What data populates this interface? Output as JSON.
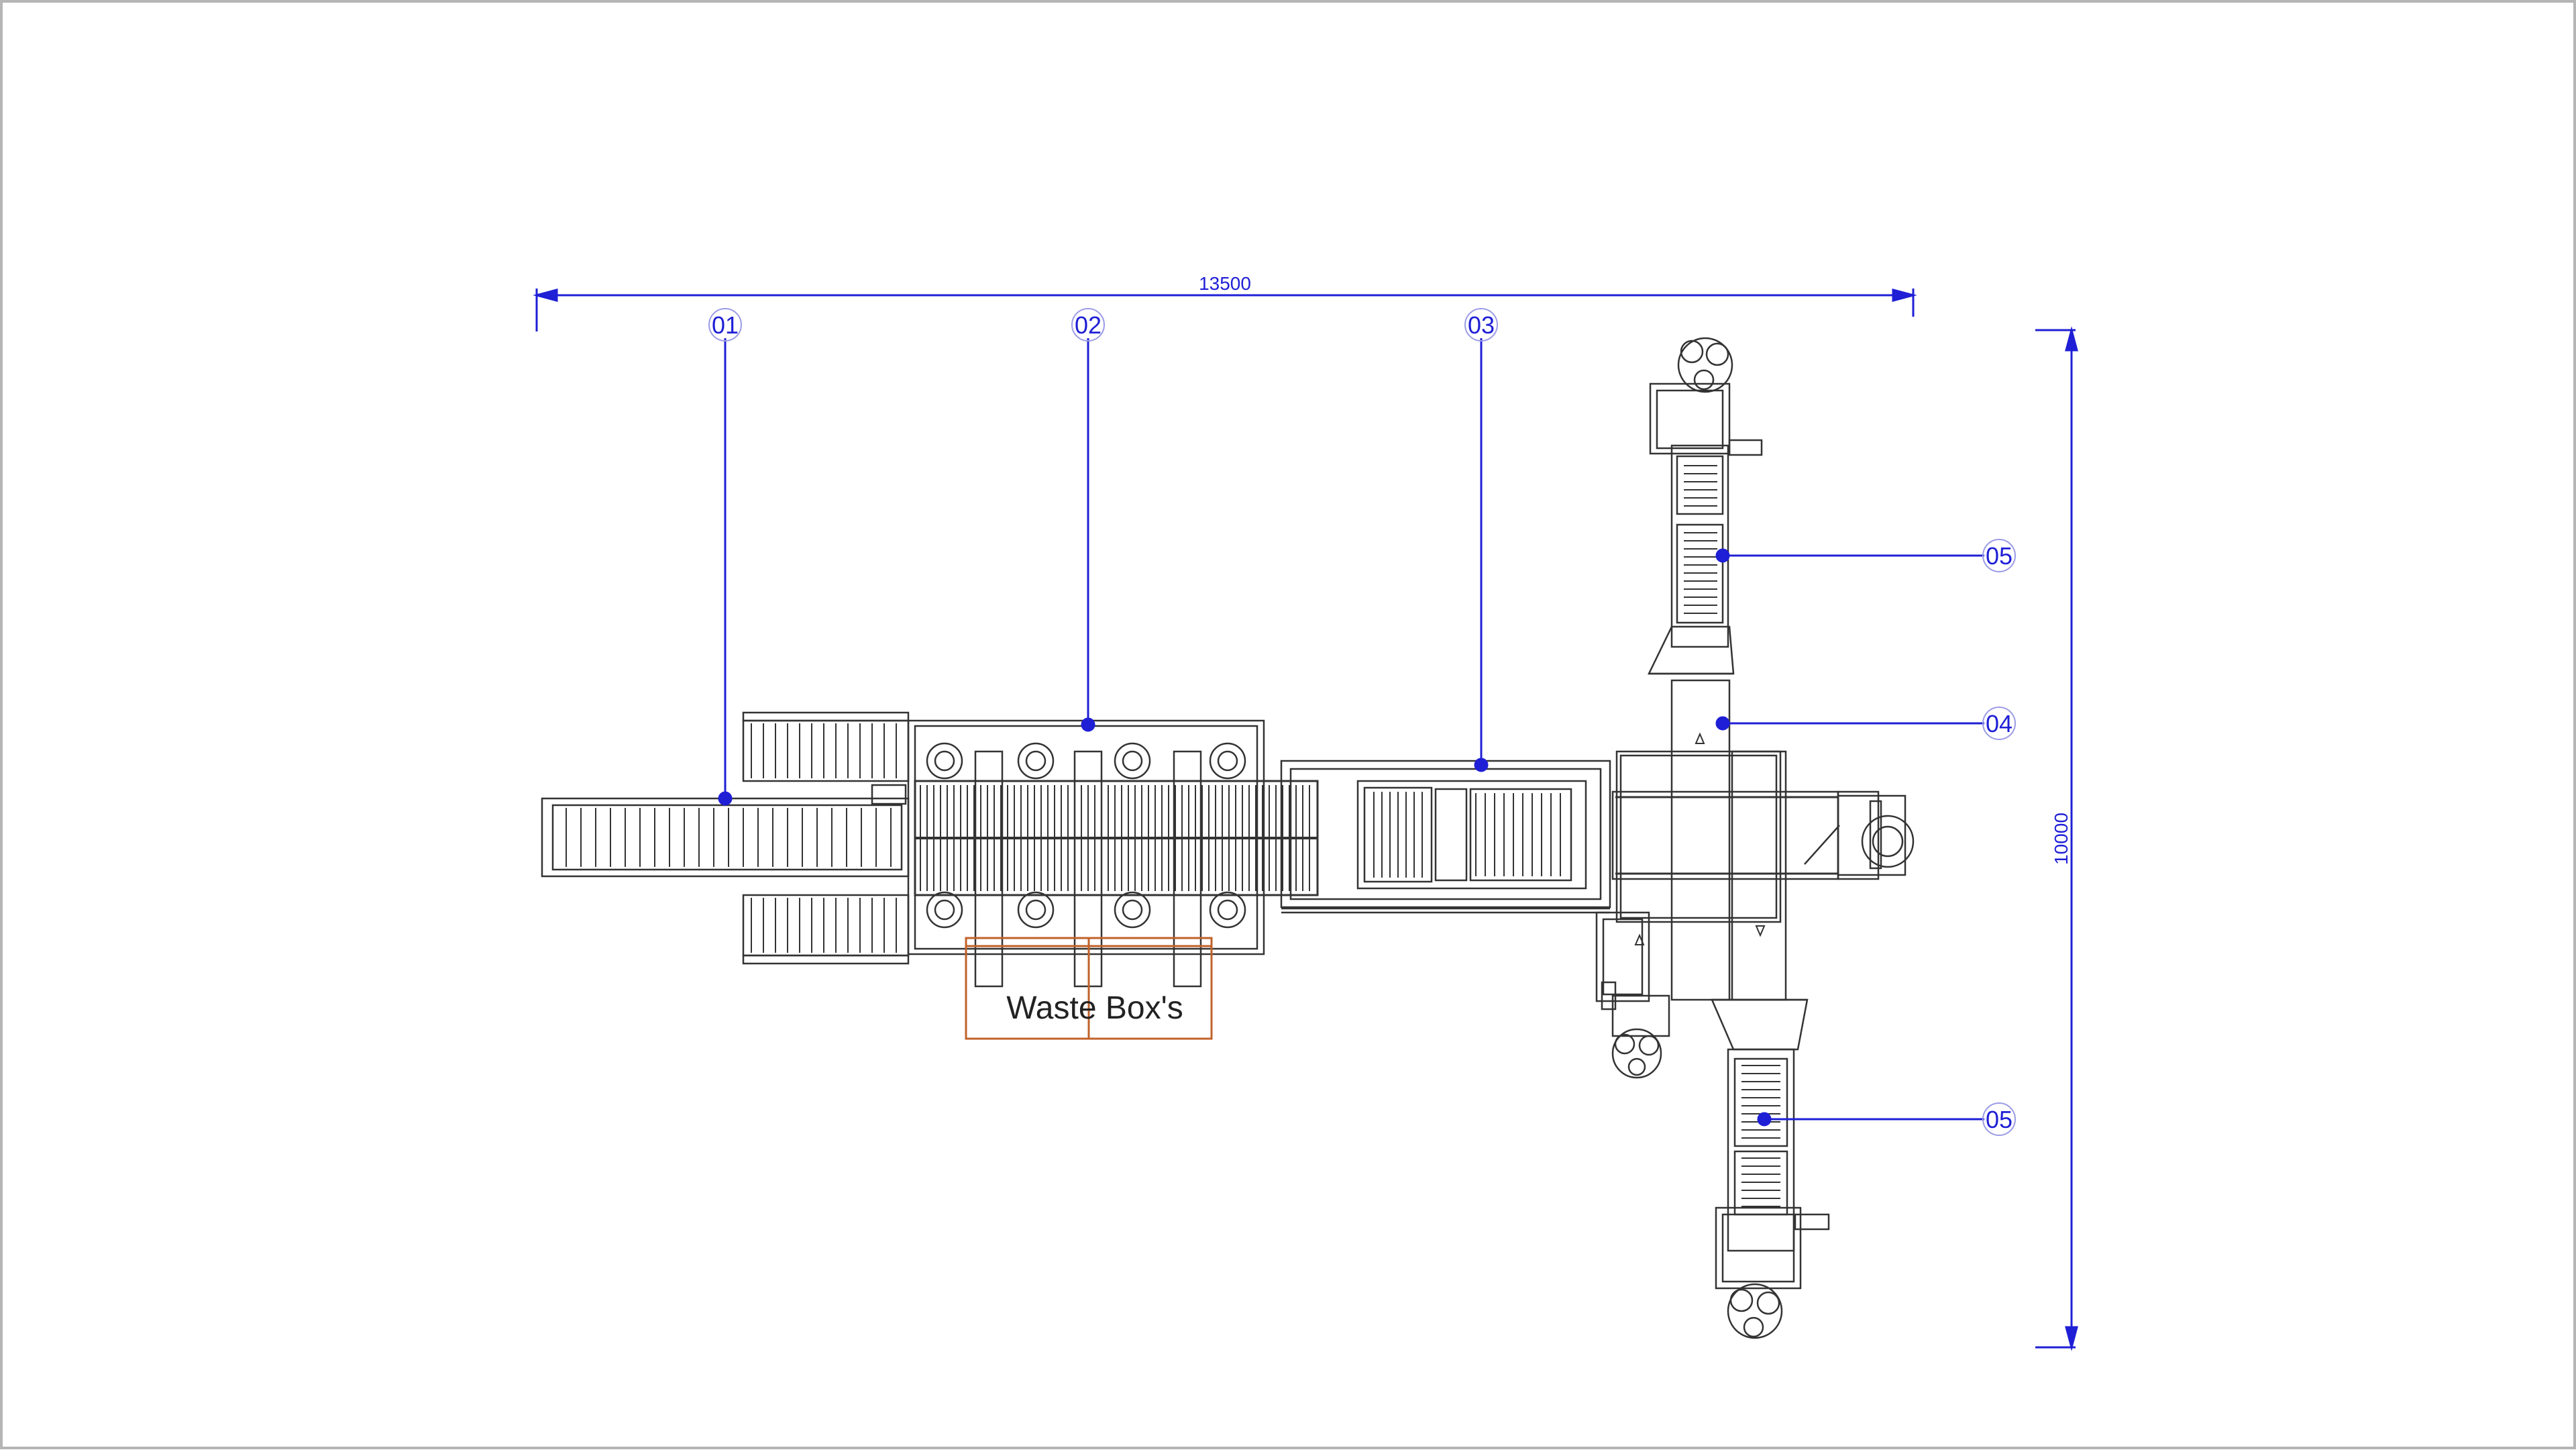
{
  "dimensions": {
    "width_label": "13500",
    "height_label": "10000"
  },
  "callouts": {
    "c1": "01",
    "c2": "02",
    "c3": "03",
    "c4": "04",
    "c5a": "05",
    "c5b": "05"
  },
  "labels": {
    "waste_boxes": "Waste Box's"
  },
  "colors": {
    "dimension": "#1f1fd6",
    "machine": "#333333",
    "waste_box": "#c0622a",
    "frame": "#b5b5b5"
  }
}
